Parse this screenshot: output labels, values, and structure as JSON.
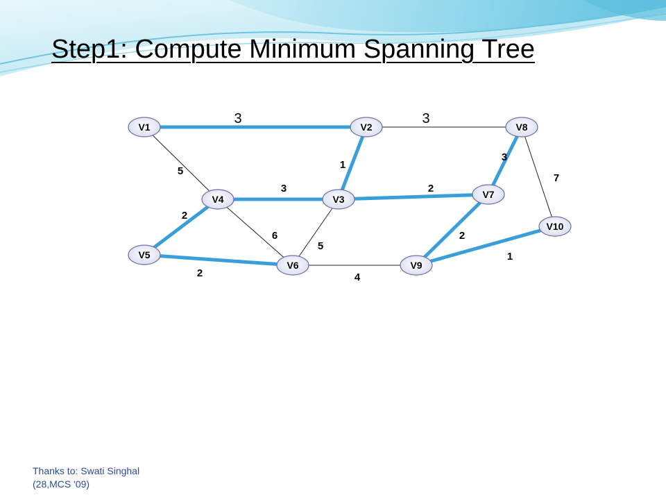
{
  "title": "Step1: Compute Minimum Spanning Tree",
  "credit": {
    "line1": "Thanks to: Swati Singhal",
    "line2": "(28,MCS '09)"
  },
  "colors": {
    "mst_edge": "#3a9fd8",
    "edge": "#222222",
    "node_stroke": "#6f6fa8",
    "node_fill_center": "#ffffff",
    "node_fill_edge": "#d8dcee"
  },
  "graph": {
    "nodes": [
      "V1",
      "V2",
      "V8",
      "V4",
      "V3",
      "V7",
      "V10",
      "V5",
      "V6",
      "V9"
    ],
    "edges": [
      {
        "from": "V1",
        "to": "V2",
        "weight": "3",
        "mst": true
      },
      {
        "from": "V2",
        "to": "V8",
        "weight": "3",
        "mst": false
      },
      {
        "from": "V1",
        "to": "V4",
        "weight": "5",
        "mst": false
      },
      {
        "from": "V2",
        "to": "V3",
        "weight": "1",
        "mst": true
      },
      {
        "from": "V8",
        "to": "V7",
        "weight": "3",
        "mst": true
      },
      {
        "from": "V8",
        "to": "V10",
        "weight": "7",
        "mst": false
      },
      {
        "from": "V4",
        "to": "V3",
        "weight": "3",
        "mst": true
      },
      {
        "from": "V3",
        "to": "V7",
        "weight": "2",
        "mst": true
      },
      {
        "from": "V4",
        "to": "V5",
        "weight": "2",
        "mst": true
      },
      {
        "from": "V4",
        "to": "V6",
        "weight": "6",
        "mst": false
      },
      {
        "from": "V3",
        "to": "V6",
        "weight": "5",
        "mst": false
      },
      {
        "from": "V7",
        "to": "V9",
        "weight": "2",
        "mst": true
      },
      {
        "from": "V5",
        "to": "V6",
        "weight": "2",
        "mst": true
      },
      {
        "from": "V6",
        "to": "V9",
        "weight": "4",
        "mst": false
      },
      {
        "from": "V9",
        "to": "V10",
        "weight": "1",
        "mst": true
      }
    ]
  }
}
